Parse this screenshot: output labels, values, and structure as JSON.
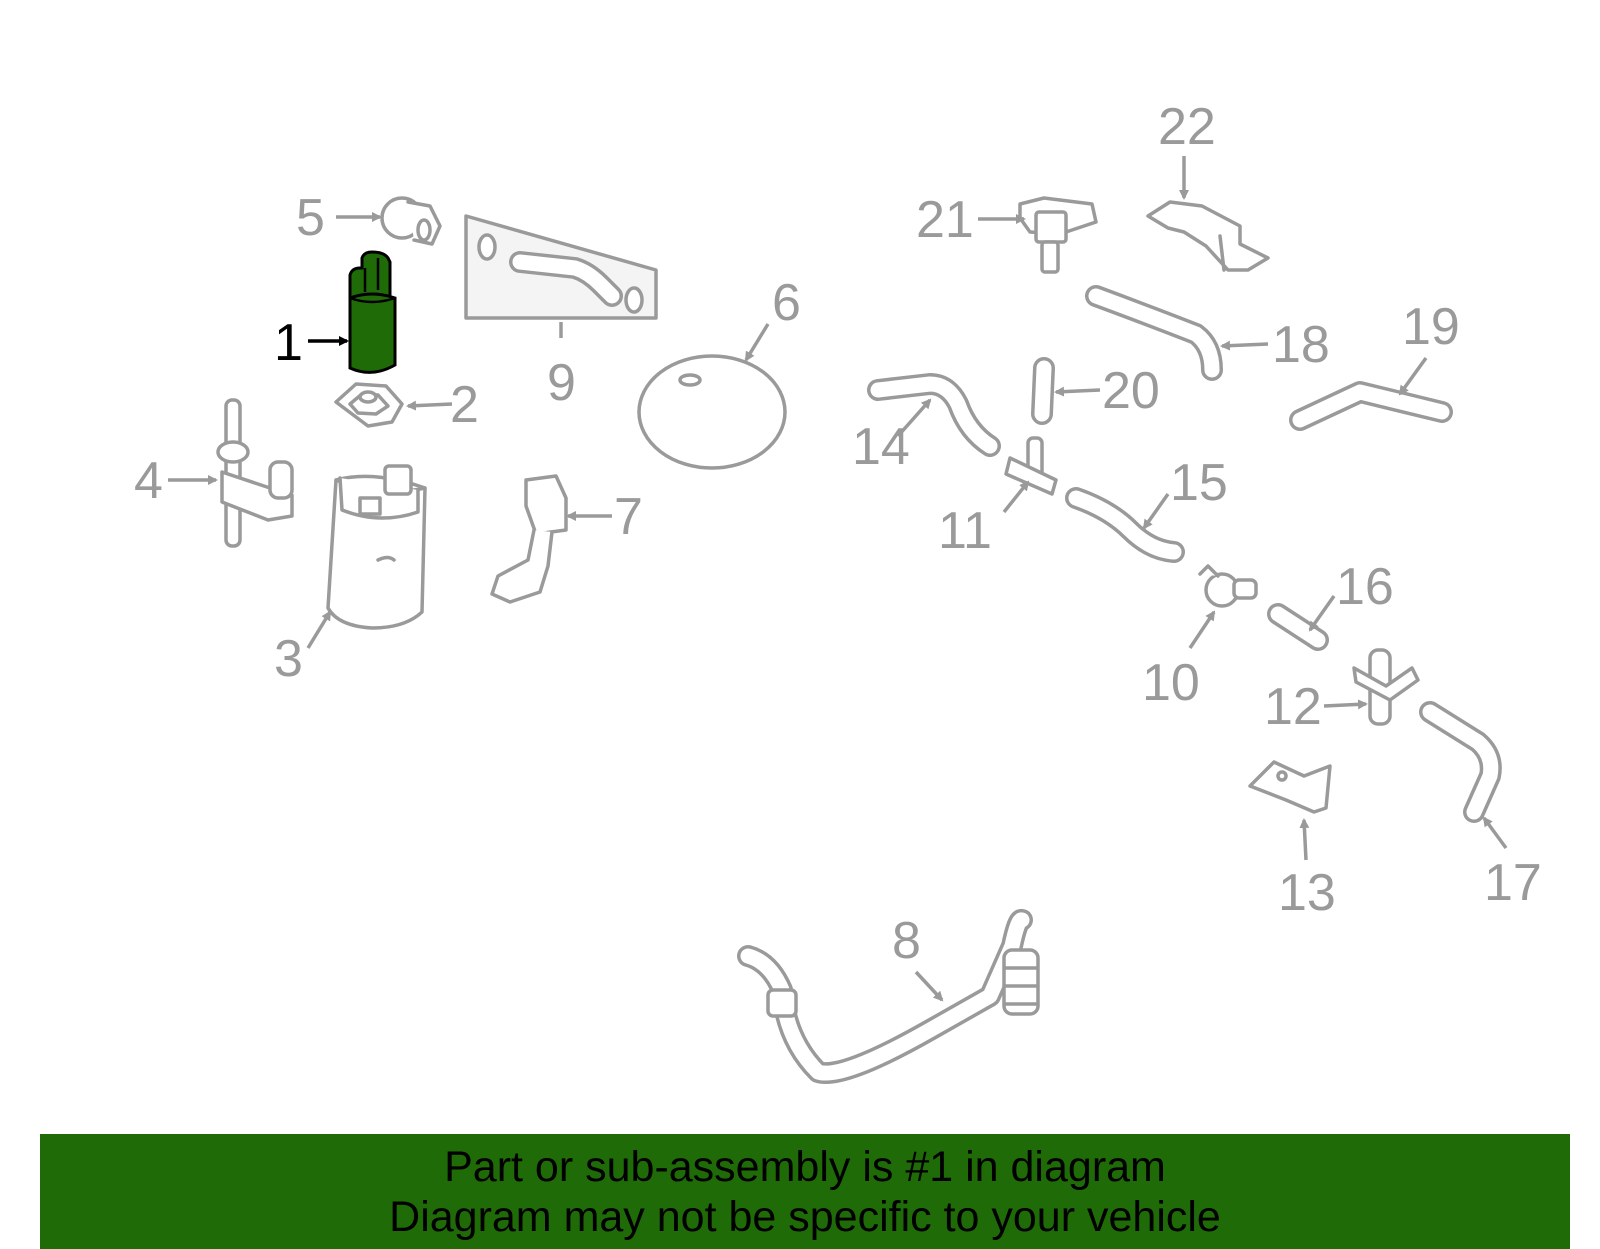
{
  "colors": {
    "highlight_part": "#1f6b08",
    "banner_background": "#1f6b08",
    "line_art": "#9a9a9a",
    "highlight_label": "#000000"
  },
  "highlighted_part": "1",
  "callouts": [
    "1",
    "2",
    "3",
    "4",
    "5",
    "6",
    "7",
    "8",
    "9",
    "10",
    "11",
    "12",
    "13",
    "14",
    "15",
    "16",
    "17",
    "18",
    "19",
    "20",
    "21",
    "22"
  ],
  "banner": {
    "line1": "Part or sub-assembly is #1 in diagram",
    "line2": "Diagram may not be specific to your vehicle"
  }
}
